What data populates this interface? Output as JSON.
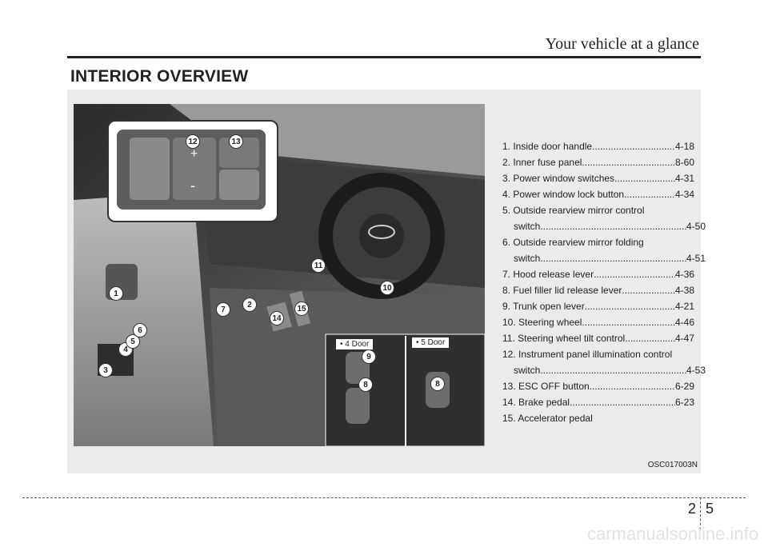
{
  "header": {
    "title": "Your vehicle at a glance"
  },
  "section_title": "INTERIOR OVERVIEW",
  "figure": {
    "code": "OSC017003N",
    "inset_tags": {
      "four_door": "• 4 Door",
      "five_door": "• 5 Door"
    },
    "callouts": [
      "1",
      "2",
      "3",
      "4",
      "5",
      "6",
      "7",
      "8",
      "8",
      "9",
      "10",
      "11",
      "12",
      "13",
      "14",
      "15"
    ]
  },
  "legend": [
    {
      "label": "1. Inside door handle",
      "page": "4-18"
    },
    {
      "label": "2. Inner fuse panel",
      "page": "8-60"
    },
    {
      "label": "3. Power window switches",
      "page": "4-31"
    },
    {
      "label": "4. Power window lock button",
      "page": "4-34"
    },
    {
      "label": "5. Outside rearview mirror control",
      "cont": "switch",
      "page": "4-50"
    },
    {
      "label": "6. Outside rearview mirror folding",
      "cont": "switch",
      "page": "4-51"
    },
    {
      "label": "7. Hood release lever",
      "page": "4-36"
    },
    {
      "label": "8. Fuel filler lid release lever",
      "page": "4-38"
    },
    {
      "label": "9. Trunk open lever",
      "page": "4-21"
    },
    {
      "label": "10. Steering wheel",
      "page": "4-46"
    },
    {
      "label": "11. Steering wheel tilt control",
      "page": "4-47"
    },
    {
      "label": "12. Instrument panel illumination control",
      "cont": "switch",
      "page": "4-53"
    },
    {
      "label": "13. ESC OFF button",
      "page": "6-29"
    },
    {
      "label": "14. Brake pedal",
      "page": "6-23"
    },
    {
      "label": "15. Accelerator pedal",
      "page": ""
    }
  ],
  "page_number": {
    "left": "2",
    "right": "5"
  },
  "watermark": "carmanualsonline.info"
}
